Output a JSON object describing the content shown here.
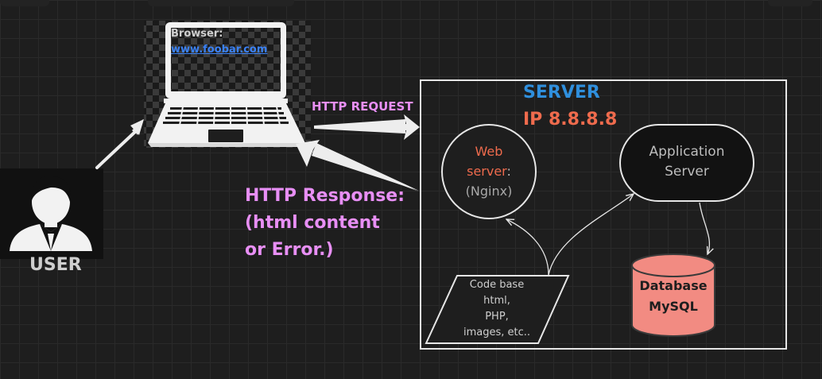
{
  "colors": {
    "background": "#1e1e1e",
    "server_title": "#2f8fdd",
    "server_ip": "#ef6b4d",
    "web_server": "#ef6b4d",
    "response_text": "#e88ff5",
    "request_text": "#e88ff5",
    "database_fill": "#f28b82",
    "link": "#3b82f6"
  },
  "user": {
    "icon": "user-silhouette-icon",
    "label": "USER"
  },
  "laptop": {
    "icon": "laptop-icon",
    "browser_label": "Browser:",
    "browser_url": "www.foobar.com"
  },
  "arrows": {
    "request_label": "HTTP REQUEST",
    "response_line1": "HTTP Response:",
    "response_line2": "(html content",
    "response_line3": "or Error.)"
  },
  "server": {
    "title": "SERVER",
    "ip": "IP 8.8.8.8",
    "web_server": {
      "line1": "Web",
      "line2_colored": "server",
      "line2_suffix": ":",
      "line3": "(Nginx)"
    },
    "app_server": {
      "line1": "Application",
      "line2": "Server"
    },
    "codebase": {
      "line1": "Code base",
      "line2": "html,",
      "line3": "PHP,",
      "line4": "images, etc.."
    },
    "database": {
      "line1": "Database",
      "line2": "MySQL"
    }
  }
}
